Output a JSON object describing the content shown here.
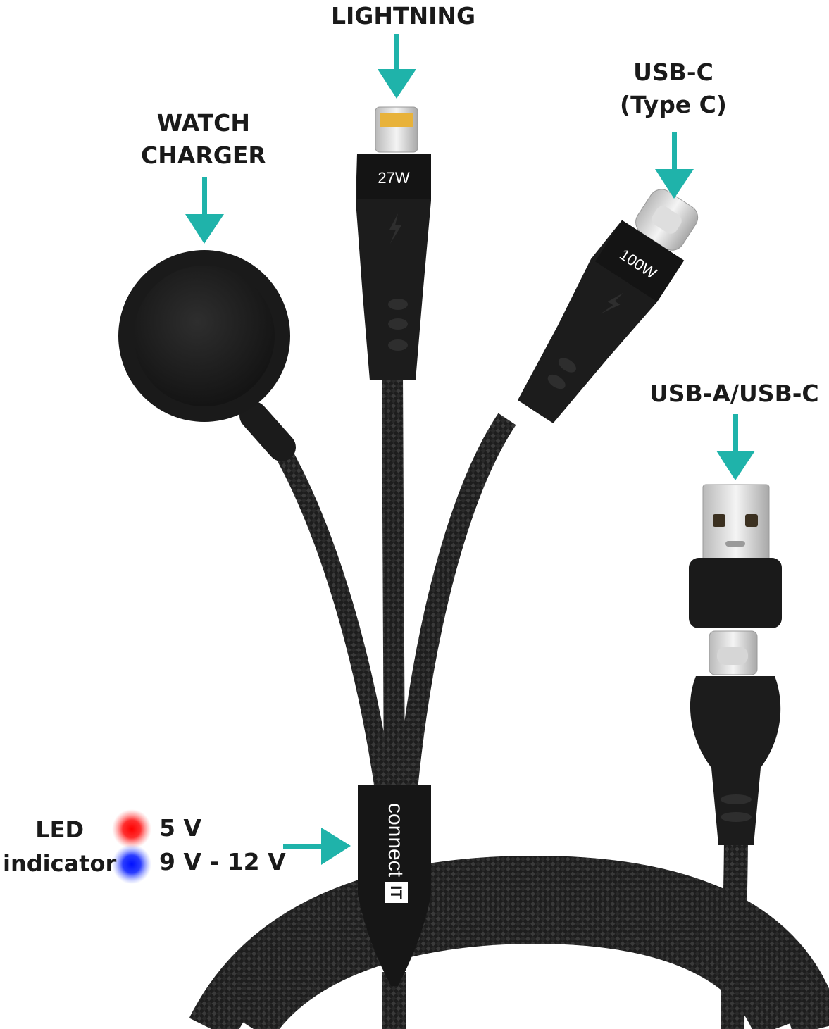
{
  "labels": {
    "lightning": "LIGHTNING",
    "usb_c_line1": "USB-C",
    "usb_c_line2": "(Type C)",
    "watch_line1": "WATCH",
    "watch_line2": "CHARGER",
    "usb_a_c": "USB-A/USB-C",
    "led_line1": "LED",
    "led_line2": "indicator"
  },
  "plugs": {
    "lightning_power": "27W",
    "usbc_power": "100W"
  },
  "led": {
    "red_value": "5 V",
    "blue_value": "9 V - 12 V",
    "red_color": "#ff1a1a",
    "blue_color": "#1a2bff"
  },
  "brand": {
    "name_main": "connect",
    "name_badge": "IT"
  },
  "colors": {
    "arrow": "#1fb3aa",
    "cable": "#1b1b1b",
    "text": "#1a1a1a"
  }
}
